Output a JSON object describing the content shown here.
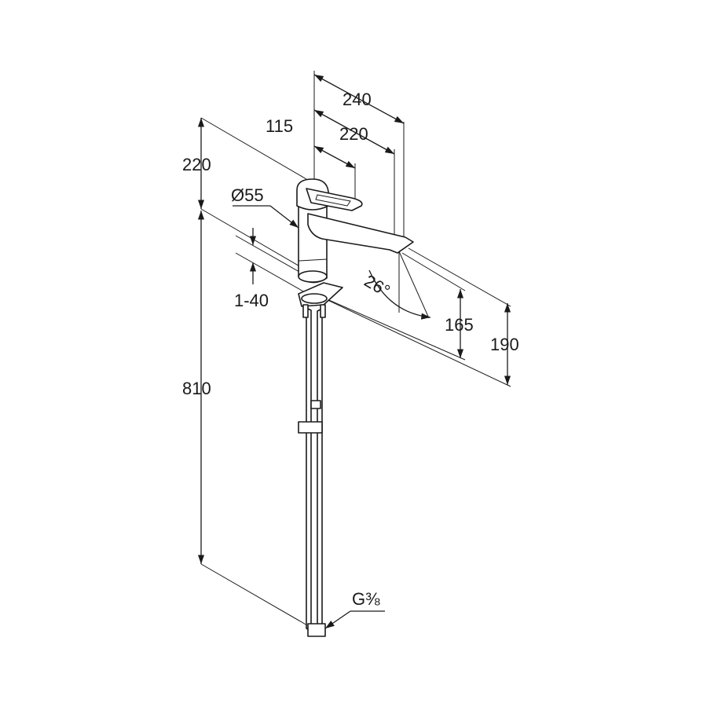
{
  "dimensions": {
    "width_total": "240",
    "width_spout": "220",
    "width_lever": "115",
    "height_top": "220",
    "diameter": "Ø55",
    "deck_thickness": "1-40",
    "angle": "26°",
    "outlet_height": "165",
    "spout_height": "190",
    "height_total": "810",
    "connection": "G⅜"
  },
  "colors": {
    "line": "#1a1a1a",
    "background": "#ffffff"
  }
}
